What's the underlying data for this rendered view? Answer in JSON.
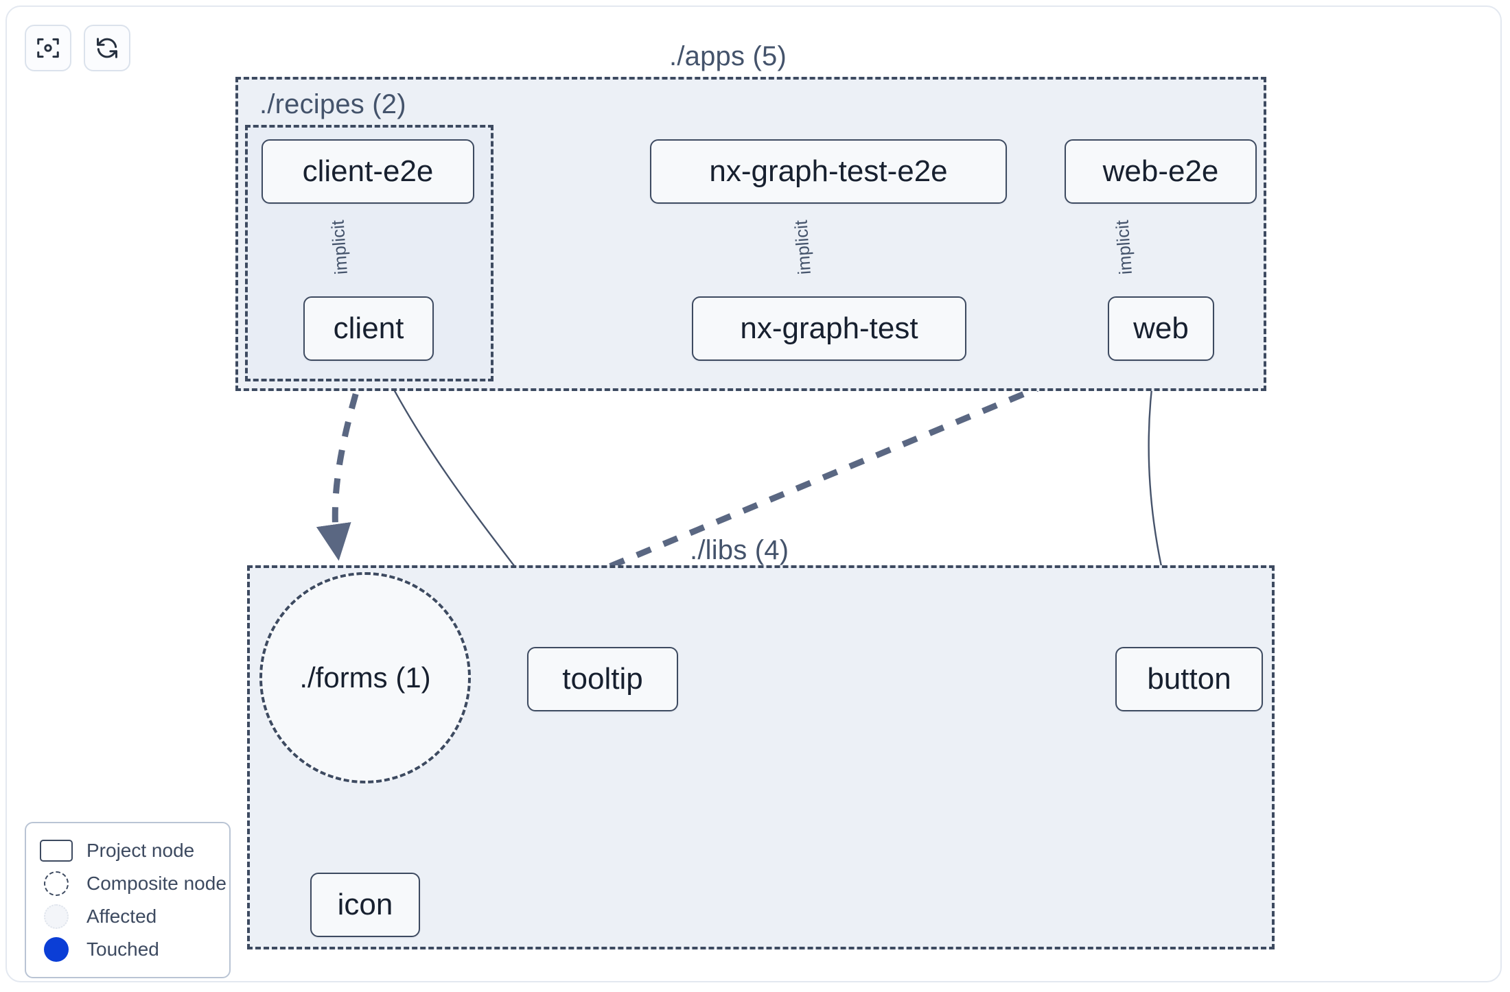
{
  "toolbar": {
    "buttons": [
      {
        "name": "focus-graph-button",
        "icon": "focus-target-icon",
        "label": ""
      },
      {
        "name": "refresh-graph-button",
        "icon": "refresh-icon",
        "label": ""
      }
    ]
  },
  "groups": [
    {
      "id": "apps",
      "label": "./apps (5)"
    },
    {
      "id": "recipes",
      "label": "./recipes (2)"
    },
    {
      "id": "libs",
      "label": "./libs (4)"
    }
  ],
  "nodes": [
    {
      "id": "client-e2e",
      "label": "client-e2e",
      "type": "project"
    },
    {
      "id": "nx-graph-test-e2e",
      "label": "nx-graph-test-e2e",
      "type": "project"
    },
    {
      "id": "web-e2e",
      "label": "web-e2e",
      "type": "project"
    },
    {
      "id": "client",
      "label": "client",
      "type": "project"
    },
    {
      "id": "nx-graph-test",
      "label": "nx-graph-test",
      "type": "project"
    },
    {
      "id": "web",
      "label": "web",
      "type": "project"
    },
    {
      "id": "forms",
      "label": "./forms (1)",
      "type": "composite"
    },
    {
      "id": "tooltip",
      "label": "tooltip",
      "type": "project"
    },
    {
      "id": "button",
      "label": "button",
      "type": "project"
    },
    {
      "id": "icon",
      "label": "icon",
      "type": "project"
    }
  ],
  "edges": [
    {
      "from": "client-e2e",
      "to": "client",
      "label": "implicit",
      "style": "solid"
    },
    {
      "from": "nx-graph-test-e2e",
      "to": "nx-graph-test",
      "label": "implicit",
      "style": "solid"
    },
    {
      "from": "web-e2e",
      "to": "web",
      "label": "implicit",
      "style": "solid"
    },
    {
      "from": "client",
      "to": "forms",
      "label": "",
      "style": "dashed"
    },
    {
      "from": "client",
      "to": "tooltip",
      "label": "",
      "style": "solid"
    },
    {
      "from": "web",
      "to": "forms",
      "label": "",
      "style": "dashed"
    },
    {
      "from": "web",
      "to": "button",
      "label": "",
      "style": "solid"
    },
    {
      "from": "forms",
      "to": "icon",
      "label": "",
      "style": "dashed"
    }
  ],
  "legend": {
    "items": [
      {
        "icon": "project-node-swatch",
        "label": "Project node"
      },
      {
        "icon": "composite-node-swatch",
        "label": "Composite node"
      },
      {
        "icon": "affected-swatch",
        "label": "Affected"
      },
      {
        "icon": "touched-swatch",
        "label": "Touched"
      }
    ]
  },
  "colors": {
    "group_border": "#3d4a60",
    "group_fill": "#ecf0f6",
    "node_border": "#3d4a60",
    "node_fill": "#f7f9fb",
    "node_text": "#17202f",
    "edge_solid": "#46536b",
    "edge_dashed": "#5a6782",
    "touched": "#0b3ed6",
    "frame_border": "#e3e8f0"
  }
}
